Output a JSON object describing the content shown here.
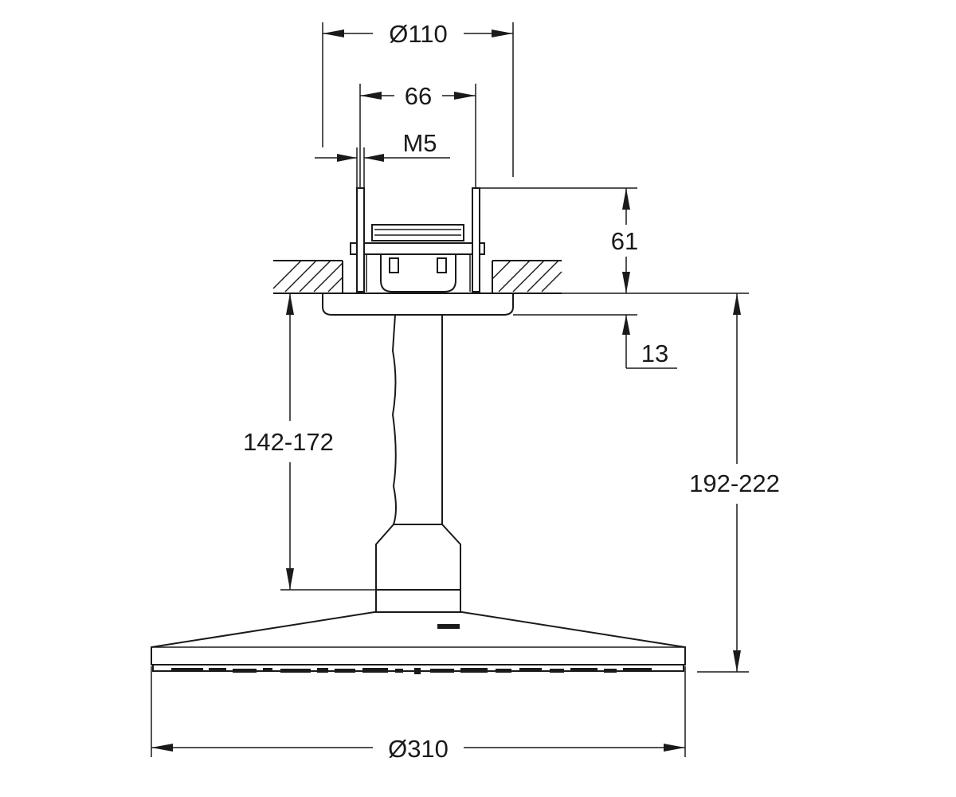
{
  "dimensions": {
    "top_plate_diameter": "Ø110",
    "bolt_spacing": "66",
    "thread": "M5",
    "mount_depth": "61",
    "cover_height": "13",
    "arm_length_range": "142-172",
    "overall_height_range": "192-222",
    "shower_head_diameter": "Ø310"
  }
}
